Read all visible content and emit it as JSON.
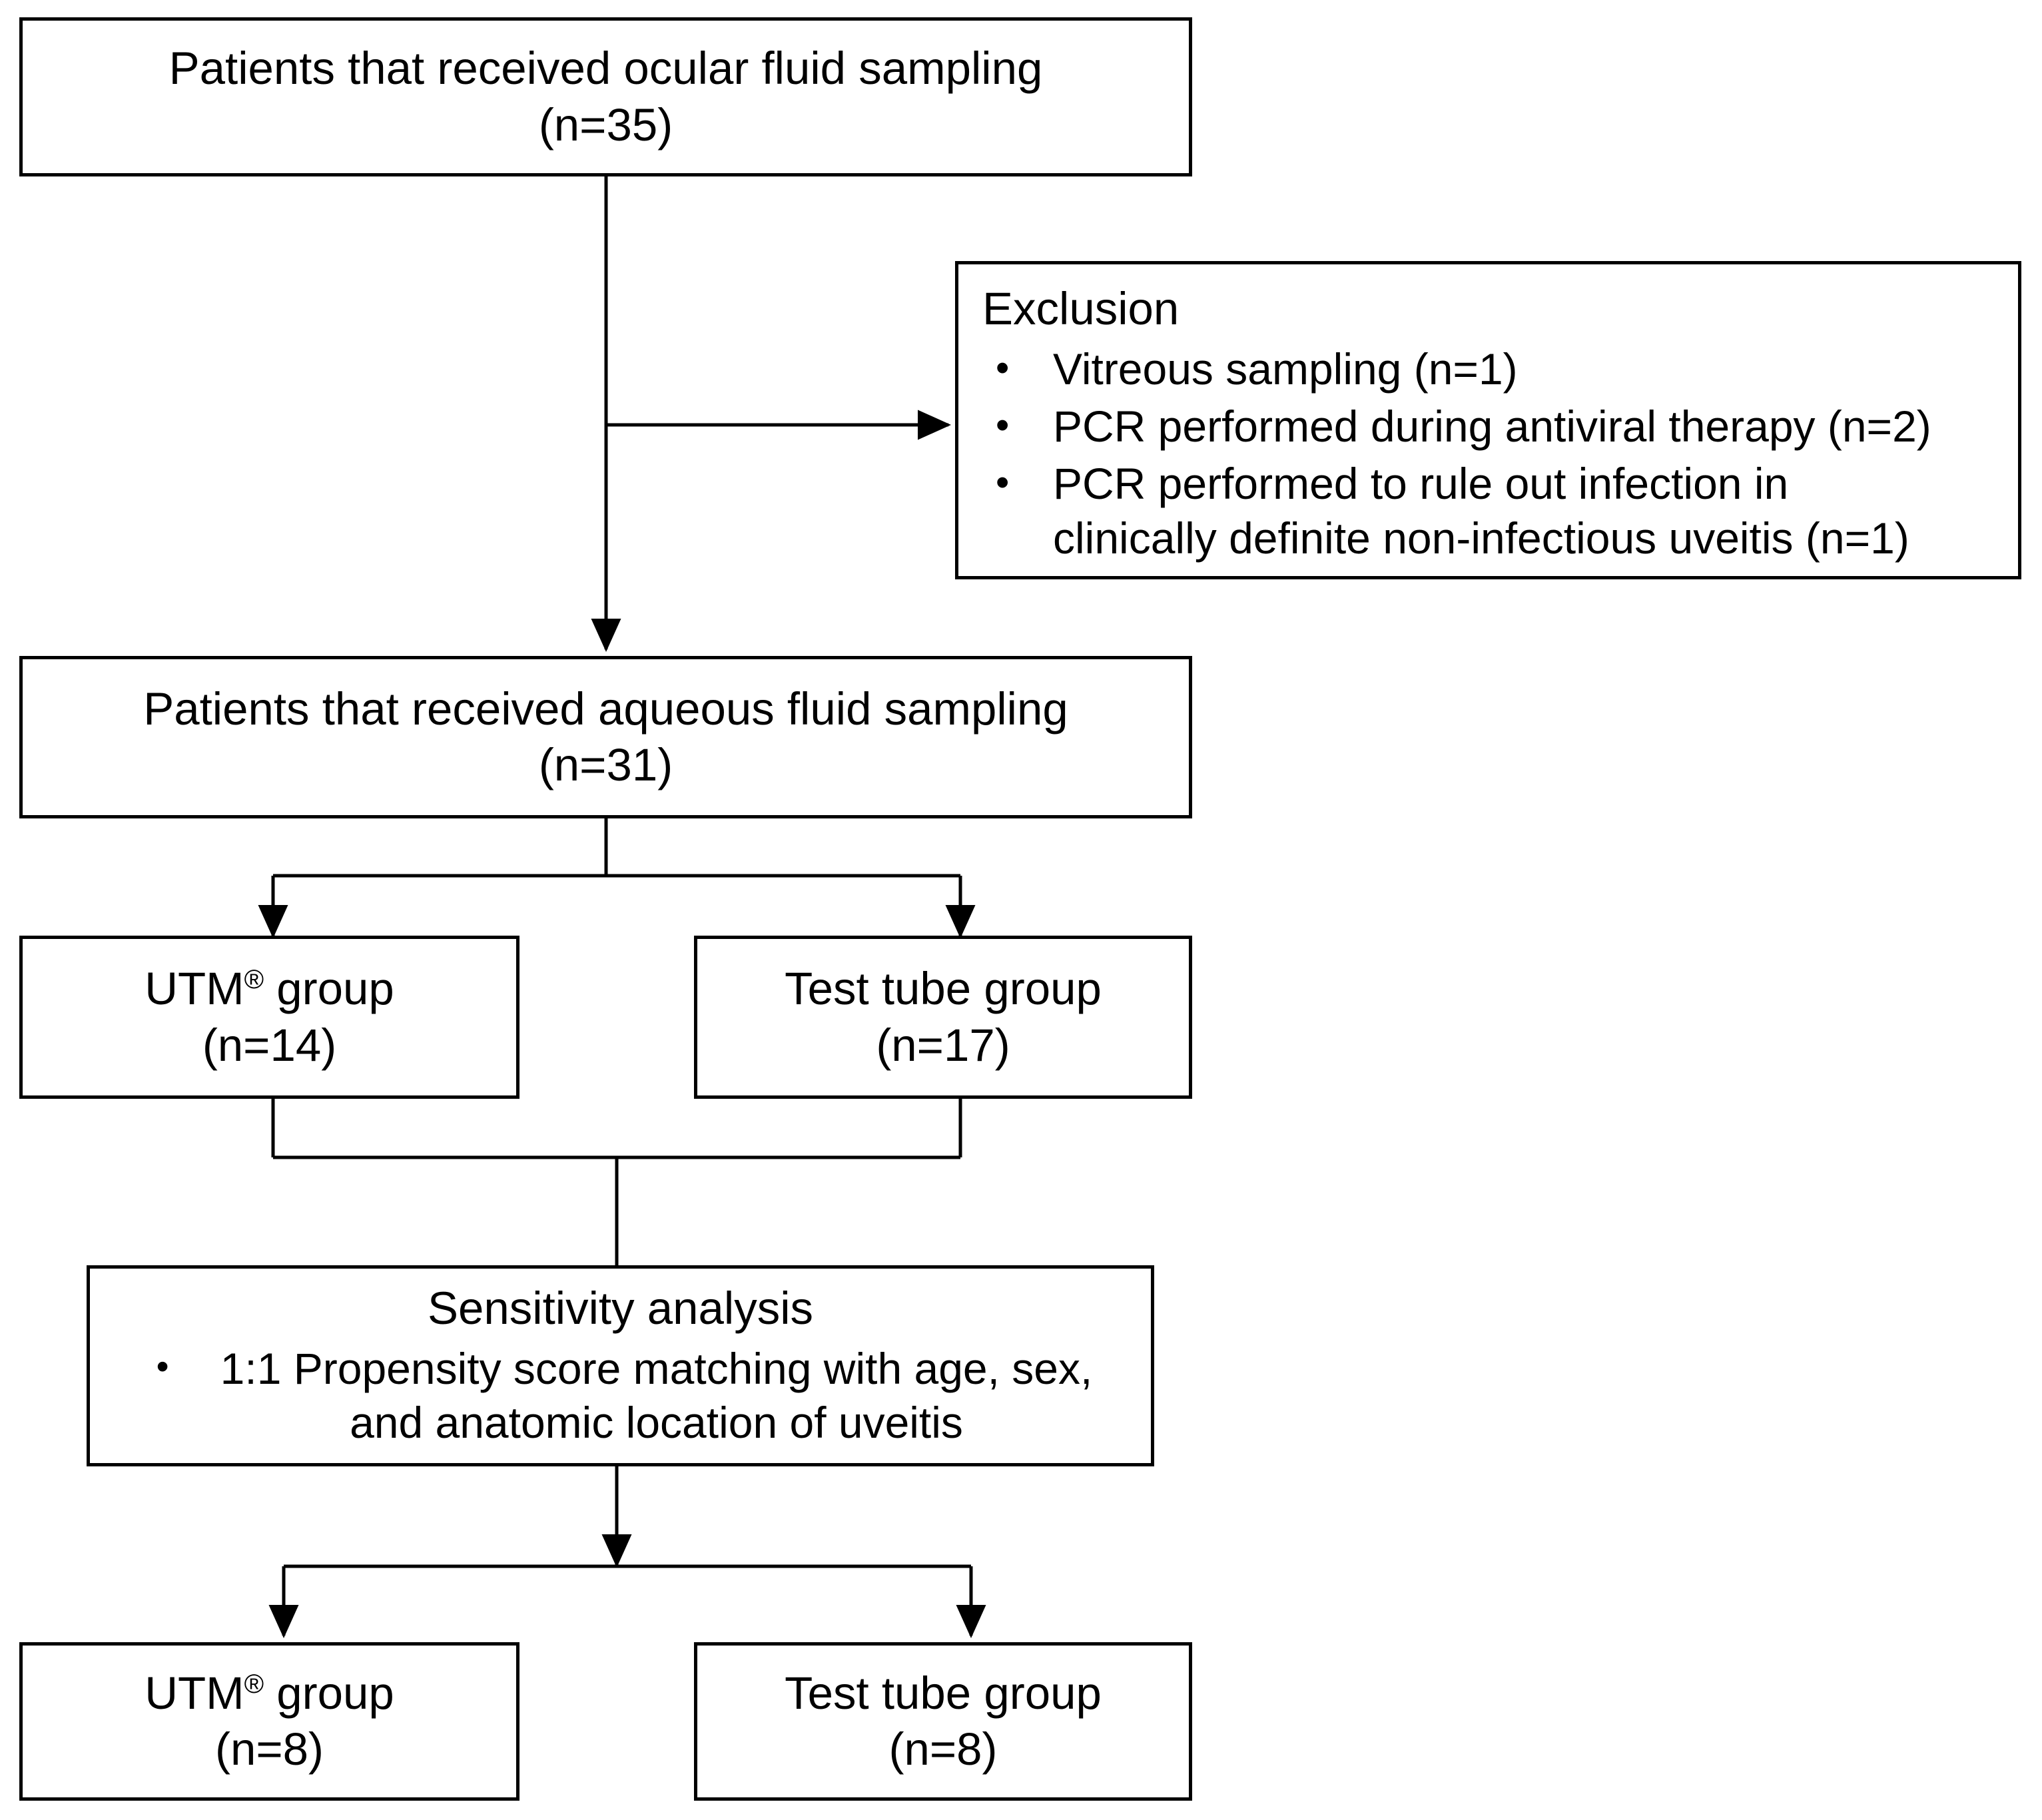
{
  "diagram": {
    "type": "flowchart",
    "title": "Patient enrollment flow diagram",
    "colors": {
      "stroke": "#000000",
      "fill": "#ffffff",
      "text": "#000000"
    },
    "nodes": {
      "ocular": {
        "line1": "Patients that received ocular fluid sampling",
        "line2": "(n=35)",
        "n": 35
      },
      "exclusion": {
        "heading": "Exclusion",
        "bullet_glyph": "•",
        "items": [
          {
            "text": "Vitreous sampling (n=1)",
            "n": 1
          },
          {
            "text": "PCR performed during antiviral therapy (n=2)",
            "n": 2
          },
          {
            "text": "PCR performed to rule out infection in\nclinically definite non-infectious uveitis (n=1)",
            "n": 1
          }
        ]
      },
      "aqueous": {
        "line1": "Patients that received aqueous fluid sampling",
        "line2": "(n=31)",
        "n": 31
      },
      "utm_group_1": {
        "label": "UTM",
        "reg": "®",
        "label_suffix": " group",
        "line2": "(n=14)",
        "n": 14
      },
      "tube_group_1": {
        "line1": "Test tube group",
        "line2": "(n=17)",
        "n": 17
      },
      "sensitivity": {
        "heading": "Sensitivity analysis",
        "bullet_glyph": "•",
        "item": "1:1 Propensity score matching with age, sex,\nand anatomic location of uveitis"
      },
      "utm_group_2": {
        "label": "UTM",
        "reg": "®",
        "label_suffix": " group",
        "line2": "(n=8)",
        "n": 8
      },
      "tube_group_2": {
        "line1": "Test tube group",
        "line2": "(n=8)",
        "n": 8
      }
    }
  }
}
